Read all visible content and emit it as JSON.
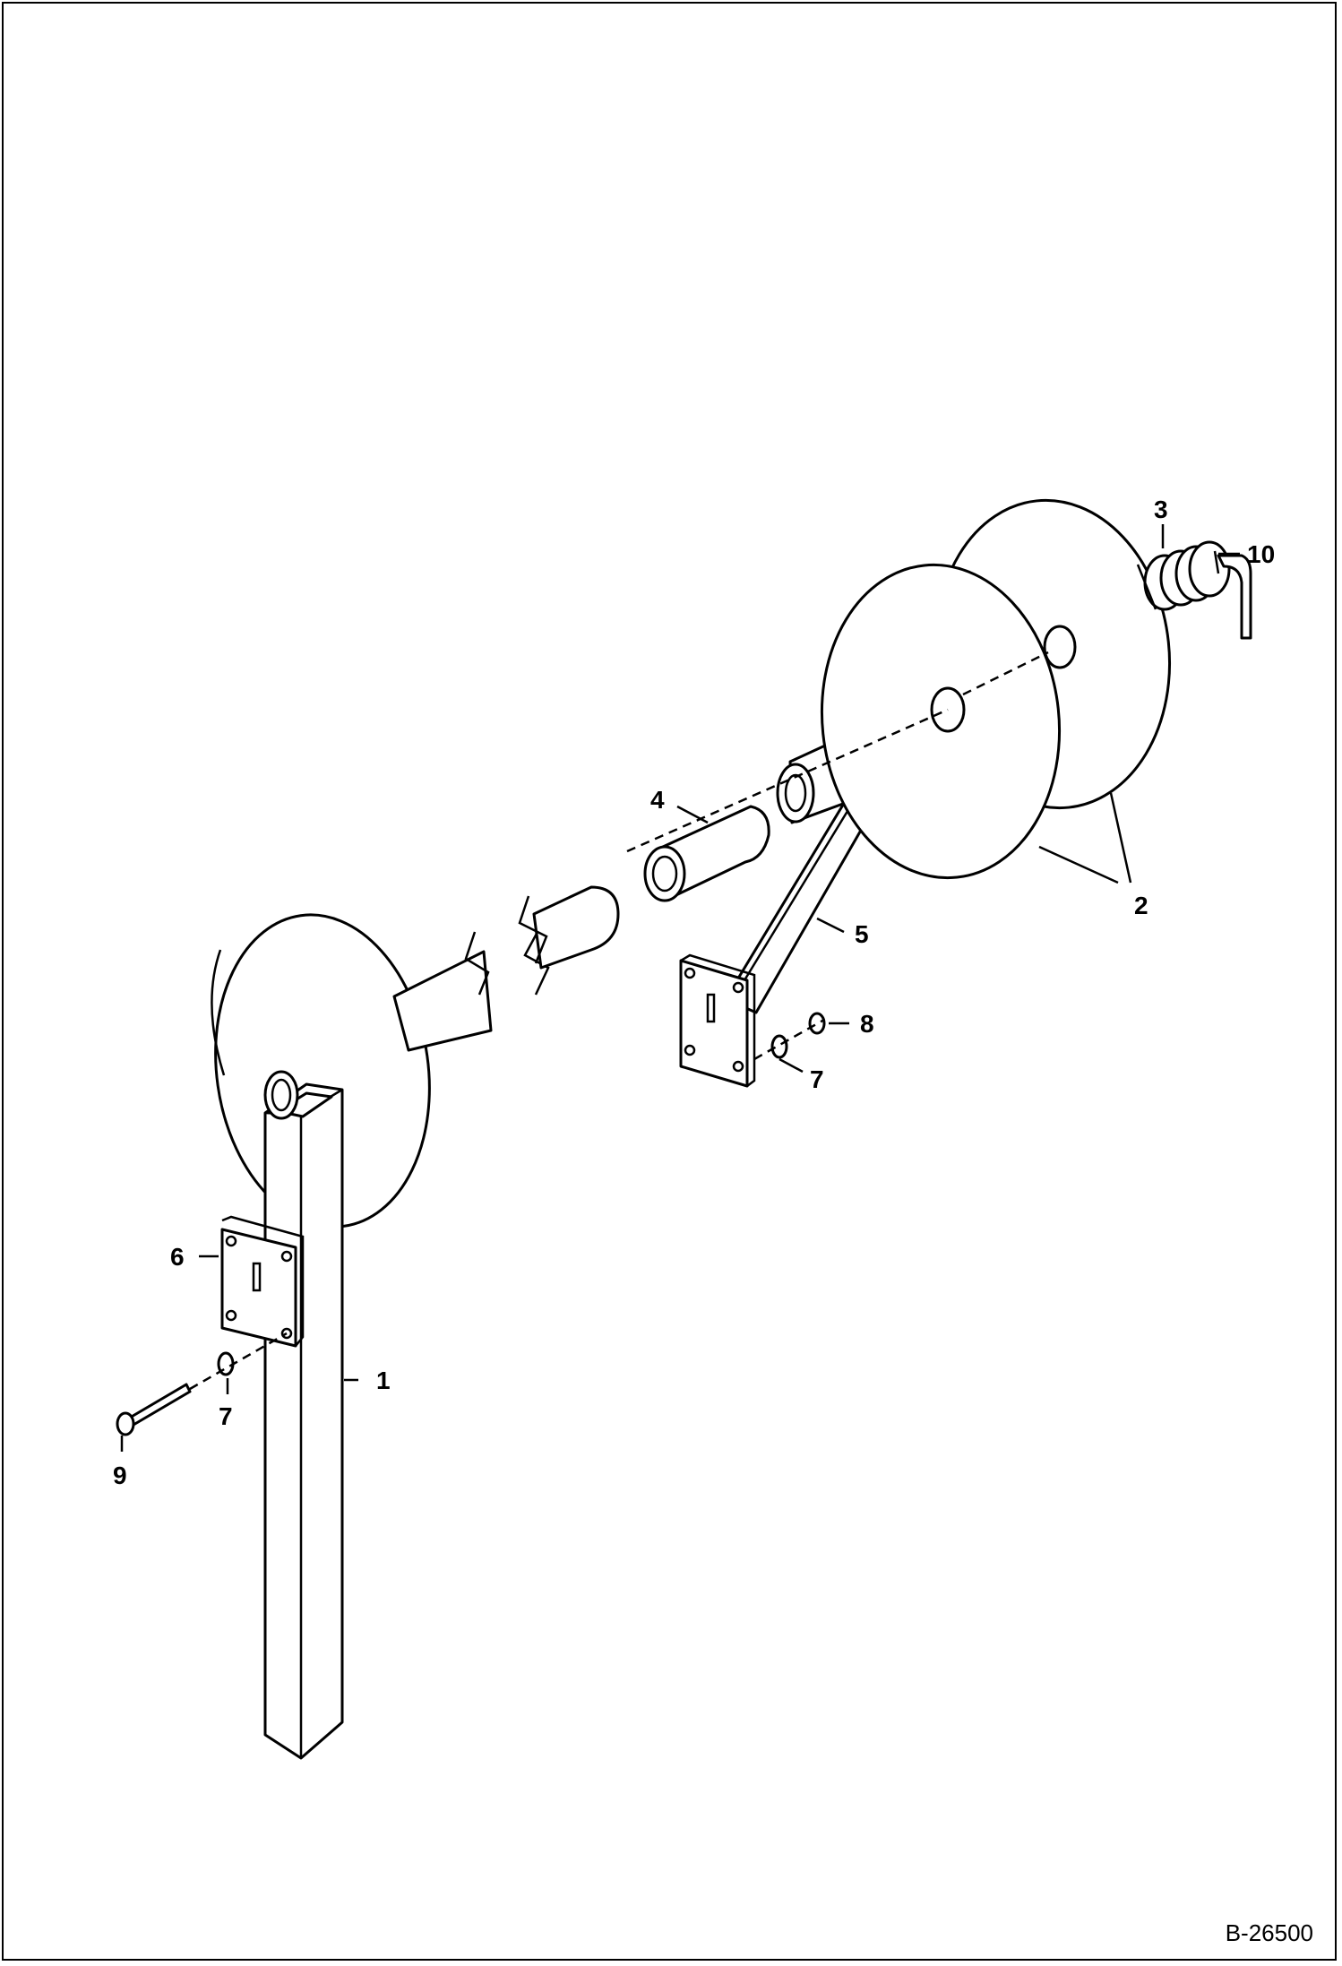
{
  "document_id": "B-26500",
  "callouts": {
    "c1": "1",
    "c2": "2",
    "c3": "3",
    "c4": "4",
    "c5": "5",
    "c6": "6",
    "c7a": "7",
    "c7b": "7",
    "c8": "8",
    "c9": "9",
    "c10": "10"
  }
}
